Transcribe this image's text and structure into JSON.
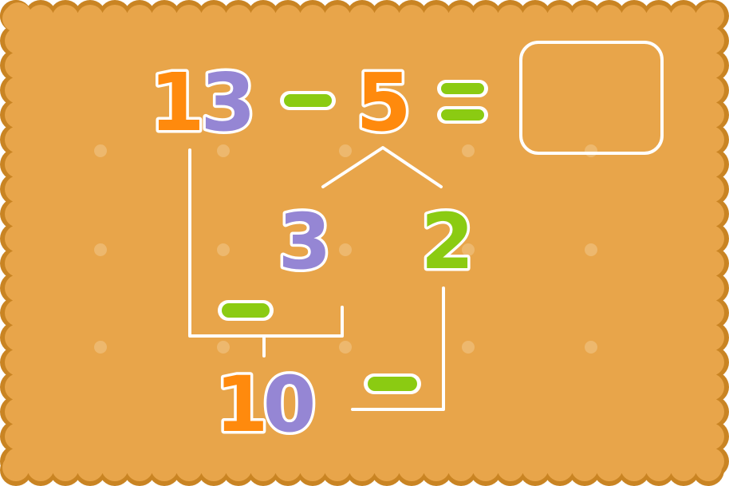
{
  "problem": {
    "minuend_tens": "1",
    "minuend_ones": "3",
    "operator": "−",
    "subtrahend": "5",
    "equals": "=",
    "answer": ""
  },
  "decomposition": {
    "part_left": "3",
    "part_right": "2"
  },
  "steps": {
    "step1_operator": "−",
    "intermediate_tens": "1",
    "intermediate_ones": "0",
    "step2_operator": "−"
  },
  "colors": {
    "background": "#E8A54A",
    "scallop_border": "#C98423",
    "dots": "#EDB86E",
    "orange": "#FF8A0D",
    "purple": "#9586D4",
    "green": "#8BCB12",
    "white": "#FFFFFF"
  }
}
